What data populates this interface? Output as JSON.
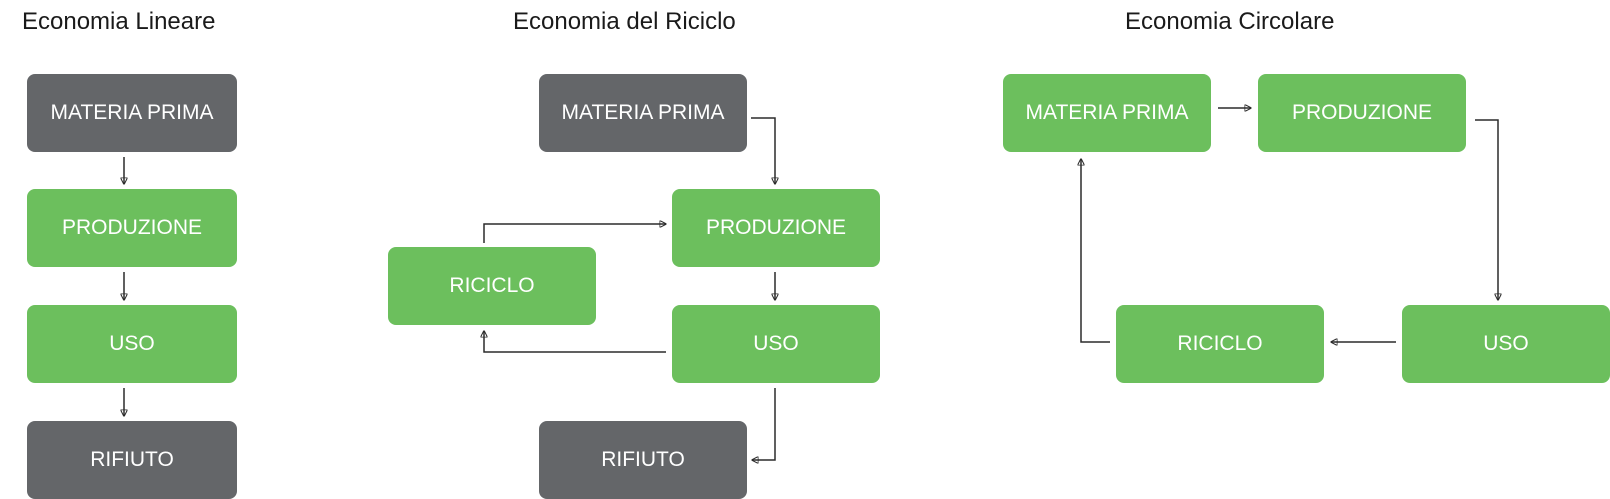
{
  "diagrams": {
    "linear": {
      "title": "Economia Lineare",
      "materia_prima": "MATERIA PRIMA",
      "produzione": "PRODUZIONE",
      "uso": "USO",
      "rifiuto": "RIFIUTO"
    },
    "recycle": {
      "title": "Economia del Riciclo",
      "materia_prima": "MATERIA PRIMA",
      "produzione": "PRODUZIONE",
      "uso": "USO",
      "riciclo": "RICICLO",
      "rifiuto": "RIFIUTO"
    },
    "circular": {
      "title": "Economia Circolare",
      "materia_prima": "MATERIA PRIMA",
      "produzione": "PRODUZIONE",
      "uso": "USO",
      "riciclo": "RICICLO"
    }
  },
  "colors": {
    "green_box": "#6cbf5d",
    "gray_box": "#646669",
    "box_text": "#ffffff",
    "arrow": "#2b2b2b"
  }
}
